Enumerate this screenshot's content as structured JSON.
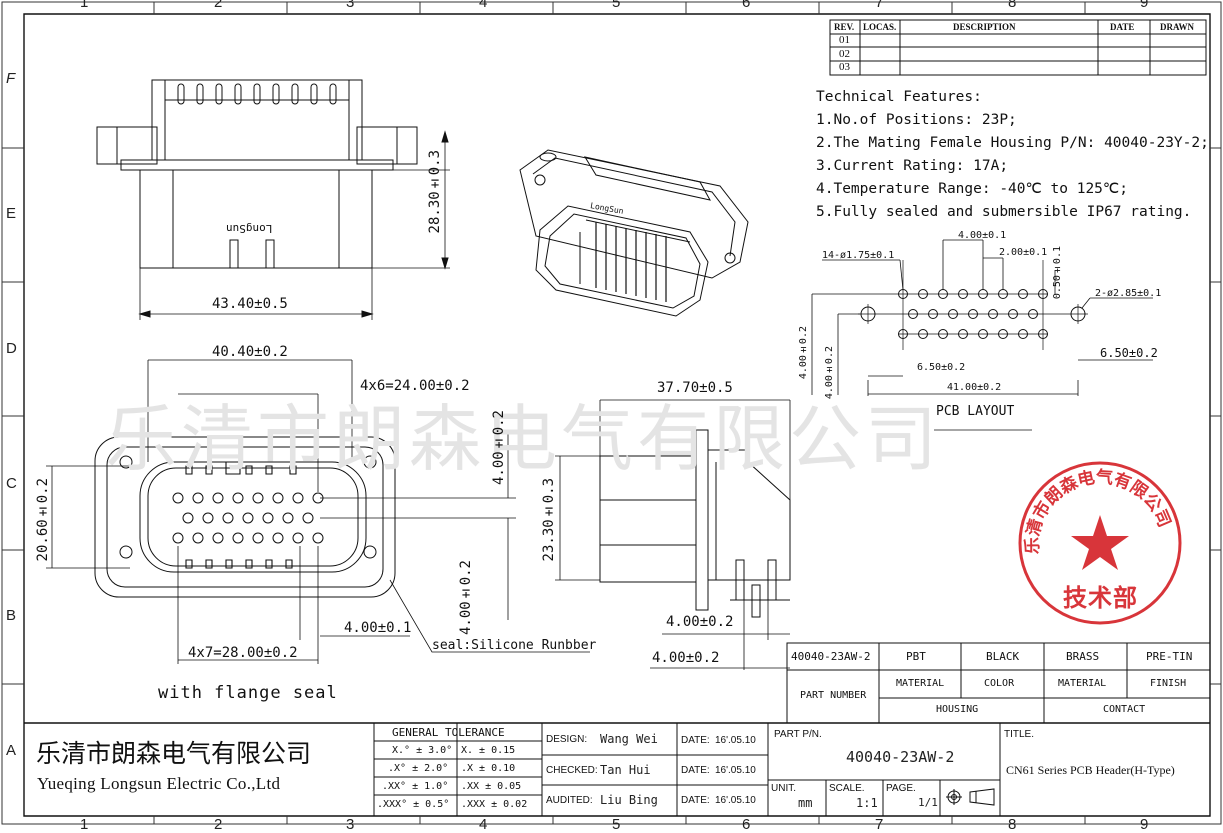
{
  "grid": {
    "columns": [
      "1",
      "2",
      "3",
      "4",
      "5",
      "6",
      "7",
      "8",
      "9"
    ],
    "rows": [
      "F",
      "E",
      "D",
      "C",
      "B",
      "A"
    ]
  },
  "revision_table": {
    "headers": [
      "REV.",
      "LOCAS.",
      "DESCRIPTION",
      "DATE",
      "DRAWN"
    ],
    "revs": [
      "01",
      "02",
      "03"
    ]
  },
  "technical_features": {
    "heading": "Technical Features:",
    "items": [
      "1.No.of Positions: 23P;",
      "2.The Mating Female Housing P/N: 40040-23Y-2;",
      "3.Current Rating: 17A;",
      "4.Temperature Range: -40℃ to 125℃;",
      "5.Fully sealed and submersible IP67 rating."
    ]
  },
  "dimensions": {
    "top_height": "28.30±0.3",
    "top_width": "43.40±0.5",
    "front_outer_width": "40.40±0.2",
    "front_pitch_6": "4x6=24.00±0.2",
    "front_height": "20.60±0.2",
    "front_row_gap_top": "4.00±0.2",
    "front_row_gap_bottom": "4.00±0.2",
    "front_seal_offset": "4.00±0.1",
    "front_pitch_7": "4x7=28.00±0.2",
    "side_depth": "37.70±0.5",
    "side_height": "23.30±0.3",
    "side_pin_a": "4.00±0.2",
    "side_pin_b": "4.00±0.2",
    "pcb_holes": "14-ø1.75±0.1",
    "pcb_pitch_4": "4.00±0.1",
    "pcb_pitch_2": "2.00±0.1",
    "pcb_offset": "0.50±0.1",
    "pcb_mount_holes": "2-ø2.85±0.1",
    "pcb_row_a": "4.00±0.2",
    "pcb_row_b": "4.00±0.2",
    "pcb_left_offset": "6.50±0.2",
    "pcb_right_offset": "6.50±0.2",
    "pcb_total": "41.00±0.2",
    "pcb_layout_label": "PCB LAYOUT"
  },
  "labels": {
    "brand_on_part": "LongSun",
    "seal_note": "seal:Silicone Runbber",
    "flange_note": "with flange seal"
  },
  "watermark": "乐清市朗森电气有限公司",
  "stamp": {
    "ring_text": "乐清市朗森电气有限公司",
    "dept": "技术部",
    "color": "#d8353a"
  },
  "materials": {
    "part_number_value": "40040-23AW-2",
    "part_number_label": "PART NUMBER",
    "housing": {
      "material": "PBT",
      "color": "BLACK",
      "material_label": "MATERIAL",
      "color_label": "COLOR",
      "group_label": "HOUSING"
    },
    "contact": {
      "material": "BRASS",
      "finish": "PRE-TIN",
      "material_label": "MATERIAL",
      "finish_label": "FINISH",
      "group_label": "CONTACT"
    }
  },
  "title_block": {
    "company_zh": "乐清市朗森电气有限公司",
    "company_en": "Yueqing Longsun Electric Co.,Ltd",
    "tolerance_heading": "GENERAL TOLERANCE",
    "tolerances": [
      [
        "X.° ± 3.0°",
        "X.   ± 0.15"
      ],
      [
        ".X° ± 2.0°",
        ".X   ± 0.10"
      ],
      [
        ".XX° ± 1.0°",
        ".XX  ± 0.05"
      ],
      [
        ".XXX° ± 0.5°",
        ".XXX ± 0.02"
      ]
    ],
    "design_label": "DESIGN:",
    "design_value": "Wang Wei",
    "checked_label": "CHECKED:",
    "checked_value": "Tan Hui",
    "audited_label": "AUDITED:",
    "audited_value": "Liu Bing",
    "date_label": "DATE:",
    "date_value": "16'.05.10",
    "part_pn_label": "PART P/N.",
    "part_pn_value": "40040-23AW-2",
    "unit_label": "UNIT.",
    "unit_value": "mm",
    "scale_label": "SCALE.",
    "scale_value": "1:1",
    "page_label": "PAGE.",
    "page_value": "1/1",
    "title_label": "TITLE.",
    "title_value": "CN61 Series PCB Header(H-Type)"
  }
}
